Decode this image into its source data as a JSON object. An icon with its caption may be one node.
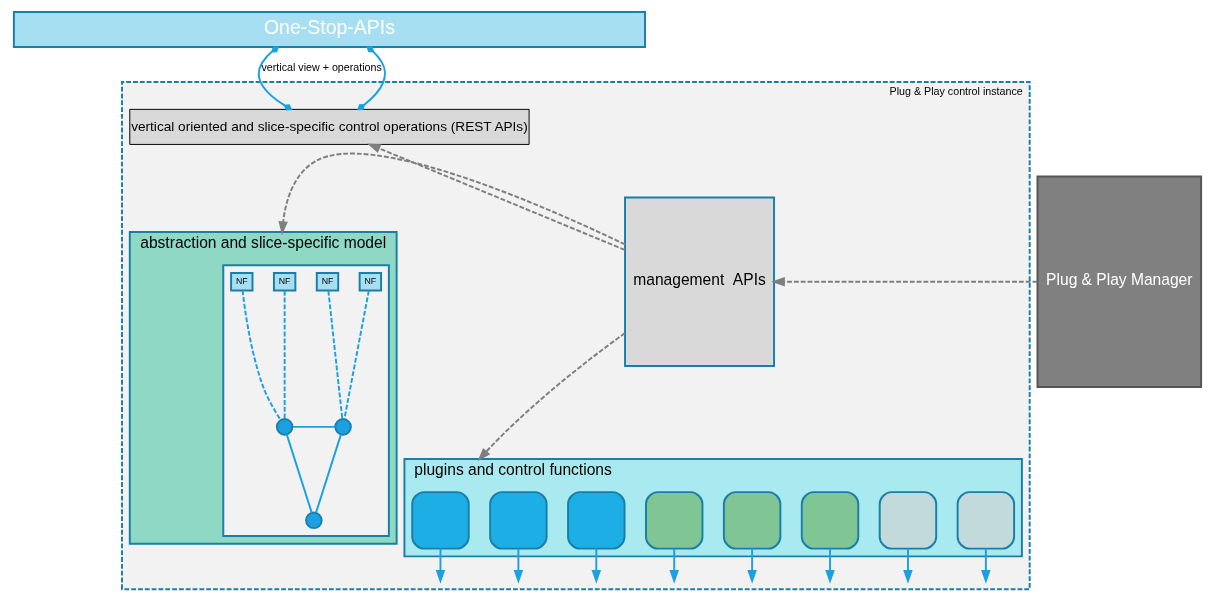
{
  "diagram": {
    "nodes": [
      {
        "text": [
          "One-Stop-APIs"
        ]
      },
      {
        "text": [
          "Plug & Play control instance"
        ]
      },
      {
        "text": [
          "vertical oriented and slice-specific control operations (REST APIs)"
        ],
        "in": 1
      },
      {
        "text": [
          "abstraction and slice-specific model"
        ],
        "in": 1
      },
      {
        "text": [],
        "shape": "parallelogram",
        "in": 3
      },
      {
        "text": [
          "NF"
        ],
        "in": 4
      },
      {
        "text": [
          "NF"
        ],
        "in": 4
      },
      {
        "text": [
          "NF"
        ],
        "in": 4
      },
      {
        "text": [
          "NF"
        ],
        "in": 4
      },
      {
        "text": [],
        "shape": "circle",
        "in": 4
      },
      {
        "text": [],
        "shape": "circle",
        "in": 4
      },
      {
        "text": [],
        "shape": "circle",
        "in": 4
      },
      {
        "text": [
          "plugins and control functions"
        ],
        "in": 1
      },
      {
        "text": [],
        "shape": "box",
        "in": 12
      },
      {
        "text": [],
        "shape": "box",
        "in": 12
      },
      {
        "text": [],
        "shape": "box",
        "in": 12
      },
      {
        "text": [],
        "shape": "box",
        "in": 12
      },
      {
        "text": [],
        "shape": "box",
        "in": 12
      },
      {
        "text": [],
        "shape": "box",
        "in": 12
      },
      {
        "text": [],
        "shape": "box",
        "in": 12
      },
      {
        "text": [],
        "shape": "box",
        "in": 12
      },
      {
        "text": [
          "management  APIs"
        ],
        "in": 1
      },
      {
        "text": [
          "Plug & Play Manager"
        ]
      }
    ],
    "edges": [
      {
        "from": 0,
        "to": 2,
        "arrow": "other",
        "label": "vertical view + operations"
      },
      {
        "from": 0,
        "to": 2,
        "arrow": "other"
      },
      {
        "from": 21,
        "to": 2,
        "arrow": "to",
        "style": "dashed",
        "color": "#7f7f7f"
      },
      {
        "from": 21,
        "to": 3,
        "arrow": "to",
        "style": "dashed",
        "color": "#7f7f7f"
      },
      {
        "from": 21,
        "to": 12,
        "arrow": "to",
        "style": "dashed",
        "color": "#7f7f7f"
      },
      {
        "from": 22,
        "to": 21,
        "arrow": "to",
        "style": "dashed",
        "color": "#7f7f7f"
      },
      {
        "from": 5,
        "to": 9,
        "arrow": "none",
        "style": "dashed"
      },
      {
        "from": 6,
        "to": 9,
        "arrow": "none",
        "style": "dashed"
      },
      {
        "from": 9,
        "to": 10,
        "arrow": "none"
      },
      {
        "from": 10,
        "to": 11,
        "arrow": "none"
      },
      {
        "from": 9,
        "to": 11,
        "arrow": "none"
      },
      {
        "from": 7,
        "to": 11,
        "arrow": "none",
        "style": "dashed"
      },
      {
        "from": 8,
        "to": 11,
        "arrow": "none",
        "style": "dashed"
      },
      {
        "from": 13,
        "to": null,
        "arrow": "to"
      },
      {
        "from": 14,
        "to": null,
        "arrow": "to"
      },
      {
        "from": 15,
        "to": null,
        "arrow": "to"
      },
      {
        "from": 16,
        "to": null,
        "arrow": "to"
      },
      {
        "from": 17,
        "to": null,
        "arrow": "to"
      },
      {
        "from": 18,
        "to": null,
        "arrow": "to"
      },
      {
        "from": 19,
        "to": null,
        "arrow": "to"
      },
      {
        "from": 20,
        "to": null,
        "arrow": "to"
      }
    ]
  }
}
